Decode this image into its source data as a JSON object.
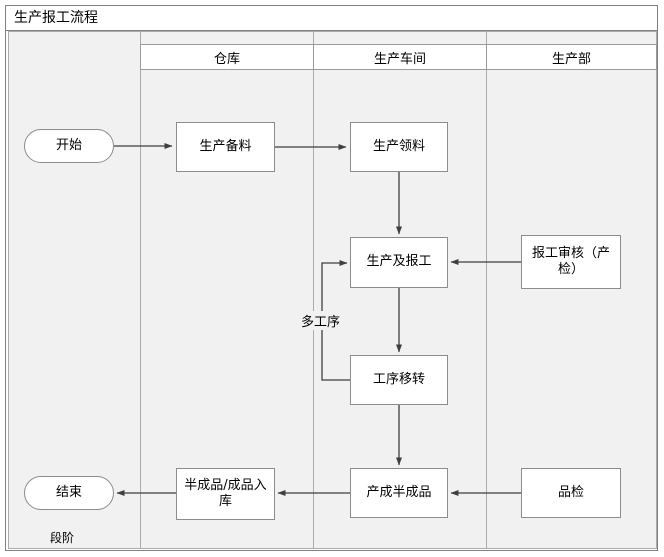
{
  "title": "生产报工流程",
  "lanes": [
    {
      "label": "仓库"
    },
    {
      "label": "生产车间"
    },
    {
      "label": "生产部"
    }
  ],
  "phase_label": "段阶",
  "nodes": {
    "start": "开始",
    "material_prep": "生产备料",
    "material_pick": "生产领料",
    "produce_report": "生产及报工",
    "report_audit": "报工审核（产检）",
    "process_transfer": "工序移转",
    "semi_finished": "产成半成品",
    "quality_check": "品检",
    "warehouse_in": "半成品/成品入库",
    "end": "结束"
  },
  "edge_labels": {
    "multi_process": "多工序"
  },
  "colors": {
    "lane_bg": "#f1f1f1",
    "frame_border": "#808080",
    "lane_border": "#ababab",
    "node_border": "#8c8c8c",
    "arrow": "#3f3f3f"
  }
}
